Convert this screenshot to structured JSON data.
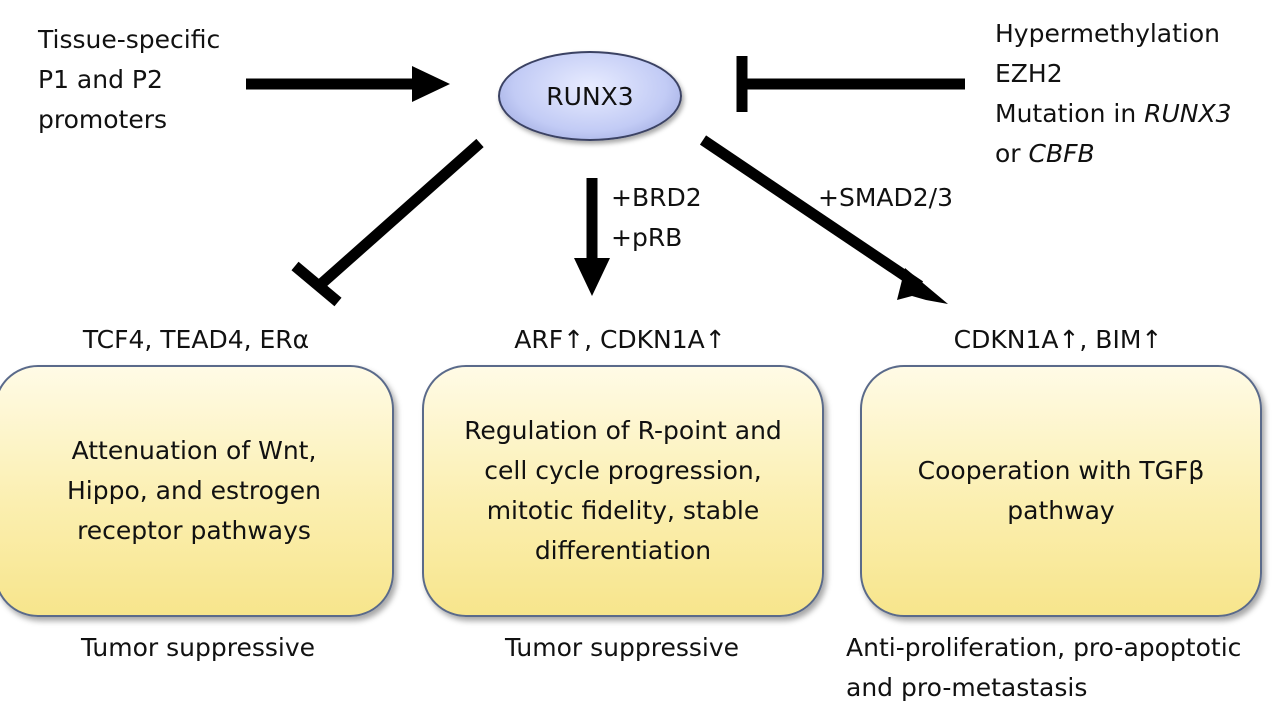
{
  "center_node": {
    "label": "RUNX3"
  },
  "inputs": {
    "activator": {
      "lines": [
        "Tissue-specific",
        "P1 and P2",
        "promoters"
      ]
    },
    "inhibitors": {
      "line1": "Hypermethylation",
      "line2": "EZH2",
      "line3_prefix": "Mutation in ",
      "line3_gene": "RUNX3",
      "line4_prefix": "or ",
      "line4_gene": "CBFB"
    }
  },
  "edges": {
    "middle_cofactors": [
      "+BRD2",
      "+pRB"
    ],
    "right_cofactor": "+SMAD2/3"
  },
  "branches": [
    {
      "targets": "TCF4, TEAD4, ERα",
      "box_lines": [
        "Attenuation of Wnt,",
        "Hippo, and estrogen",
        "receptor pathways"
      ],
      "outcome_lines": [
        "Tumor suppressive"
      ]
    },
    {
      "targets": "ARF↑, CDKN1A↑",
      "box_lines": [
        "Regulation of R-point and",
        "cell cycle progression,",
        "mitotic fidelity, stable",
        "differentiation"
      ],
      "outcome_lines": [
        "Tumor suppressive"
      ]
    },
    {
      "targets": "CDKN1A↑, BIM↑",
      "box_lines": [
        "Cooperation with TGFβ",
        "pathway"
      ],
      "outcome_lines": [
        "Anti-proliferation, pro-apoptotic",
        "and pro-metastasis"
      ]
    }
  ]
}
